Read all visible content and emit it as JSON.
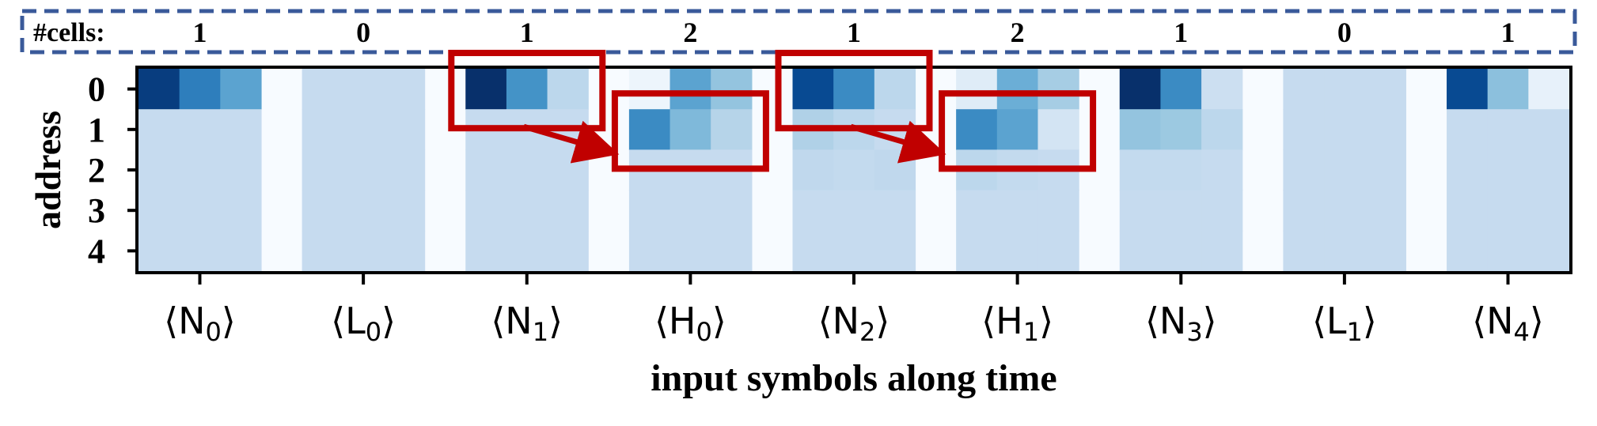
{
  "chart_data": {
    "type": "heatmap",
    "xlabel": "input symbols along time",
    "ylabel": "address",
    "y_ticks": [
      "0",
      "1",
      "2",
      "3",
      "4"
    ],
    "cells_label": "#cells:",
    "symbols": [
      {
        "letter": "N",
        "sub": "0",
        "cells": "1"
      },
      {
        "letter": "L",
        "sub": "0",
        "cells": "0"
      },
      {
        "letter": "N",
        "sub": "1",
        "cells": "1"
      },
      {
        "letter": "H",
        "sub": "0",
        "cells": "2"
      },
      {
        "letter": "N",
        "sub": "2",
        "cells": "1"
      },
      {
        "letter": "H",
        "sub": "1",
        "cells": "2"
      },
      {
        "letter": "N",
        "sub": "3",
        "cells": "1"
      },
      {
        "letter": "L",
        "sub": "1",
        "cells": "0"
      },
      {
        "letter": "N",
        "sub": "4",
        "cells": "1"
      }
    ],
    "sub_columns_per_symbol": 3,
    "values": [
      [
        [
          0.95,
          0.7,
          0.55
        ],
        [
          0.25,
          0.25,
          0.25
        ],
        [
          0.25,
          0.25,
          0.25
        ],
        [
          0.25,
          0.25,
          0.25
        ],
        [
          0.25,
          0.25,
          0.25
        ]
      ],
      [
        [
          0.25,
          0.25,
          0.25
        ],
        [
          0.25,
          0.25,
          0.25
        ],
        [
          0.25,
          0.25,
          0.25
        ],
        [
          0.25,
          0.25,
          0.25
        ],
        [
          0.25,
          0.25,
          0.25
        ]
      ],
      [
        [
          1.0,
          0.62,
          0.28
        ],
        [
          0.25,
          0.25,
          0.25
        ],
        [
          0.25,
          0.25,
          0.25
        ],
        [
          0.25,
          0.25,
          0.25
        ],
        [
          0.25,
          0.25,
          0.25
        ]
      ],
      [
        [
          0.05,
          0.55,
          0.4
        ],
        [
          0.65,
          0.45,
          0.3
        ],
        [
          0.25,
          0.25,
          0.25
        ],
        [
          0.25,
          0.25,
          0.25
        ],
        [
          0.25,
          0.25,
          0.25
        ]
      ],
      [
        [
          0.9,
          0.65,
          0.28
        ],
        [
          0.32,
          0.28,
          0.25
        ],
        [
          0.27,
          0.26,
          0.27
        ],
        [
          0.25,
          0.25,
          0.25
        ],
        [
          0.25,
          0.25,
          0.25
        ]
      ],
      [
        [
          0.12,
          0.5,
          0.35
        ],
        [
          0.65,
          0.55,
          0.18
        ],
        [
          0.28,
          0.26,
          0.25
        ],
        [
          0.25,
          0.25,
          0.25
        ],
        [
          0.25,
          0.25,
          0.25
        ]
      ],
      [
        [
          1.0,
          0.65,
          0.22
        ],
        [
          0.4,
          0.38,
          0.28
        ],
        [
          0.26,
          0.26,
          0.25
        ],
        [
          0.25,
          0.25,
          0.25
        ],
        [
          0.25,
          0.25,
          0.25
        ]
      ],
      [
        [
          0.25,
          0.25,
          0.25
        ],
        [
          0.25,
          0.25,
          0.25
        ],
        [
          0.25,
          0.25,
          0.25
        ],
        [
          0.25,
          0.25,
          0.25
        ],
        [
          0.25,
          0.25,
          0.25
        ]
      ],
      [
        [
          0.9,
          0.42,
          0.08
        ],
        [
          0.25,
          0.25,
          0.25
        ],
        [
          0.25,
          0.25,
          0.25
        ],
        [
          0.25,
          0.25,
          0.25
        ],
        [
          0.25,
          0.25,
          0.25
        ]
      ]
    ],
    "colormap": "Blues",
    "highlight_boxes": [
      {
        "symbol_index": 2,
        "rows": [
          0,
          0
        ]
      },
      {
        "symbol_index": 3,
        "rows": [
          1,
          1
        ]
      },
      {
        "symbol_index": 4,
        "rows": [
          0,
          0
        ]
      },
      {
        "symbol_index": 5,
        "rows": [
          1,
          1
        ]
      }
    ],
    "arrows": [
      {
        "from_box": 0,
        "to_box": 1
      },
      {
        "from_box": 2,
        "to_box": 3
      }
    ],
    "colors": {
      "highlight": "#c00000",
      "dashed_border": "#3a5a9a",
      "gap": "#f7fbff"
    }
  }
}
